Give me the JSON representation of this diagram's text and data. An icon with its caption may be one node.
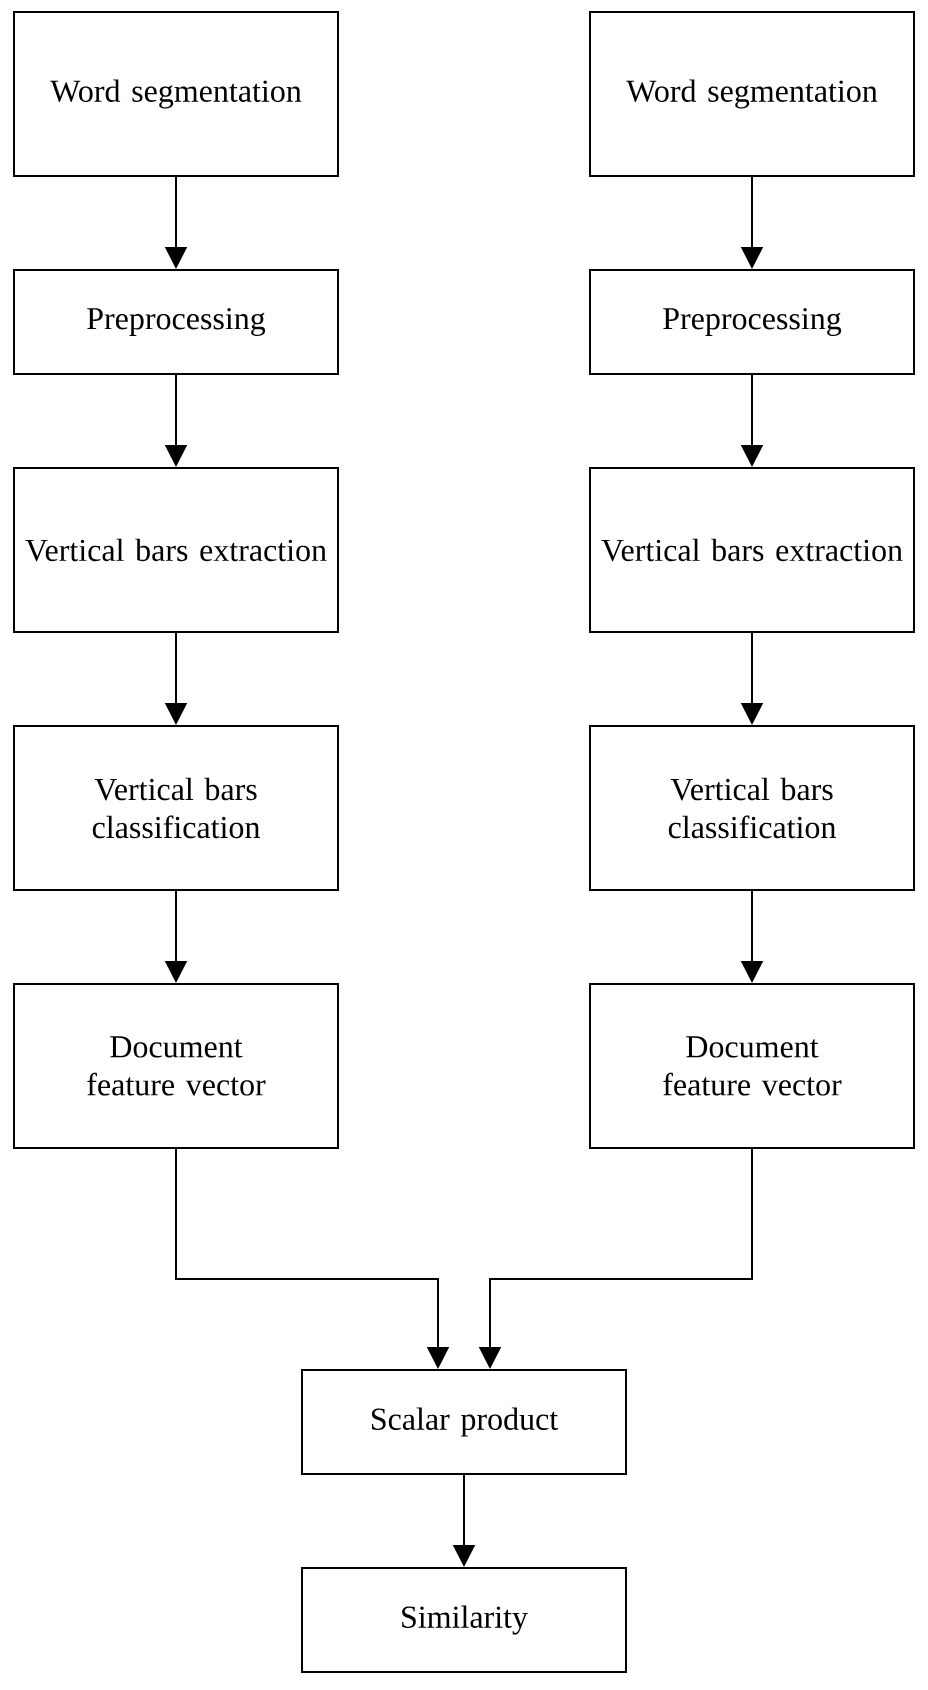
{
  "diagram": {
    "nodes": [
      {
        "text": [
          "Word segmentation"
        ]
      },
      {
        "text": [
          "Preprocessing"
        ]
      },
      {
        "text": [
          "Vertical bars extraction"
        ]
      },
      {
        "text": [
          "Vertical bars classification"
        ]
      },
      {
        "text": [
          "Document feature vector"
        ]
      },
      {
        "text": [
          "Word segmentation"
        ]
      },
      {
        "text": [
          "Preprocessing"
        ]
      },
      {
        "text": [
          "Vertical bars extraction"
        ]
      },
      {
        "text": [
          "Vertical bars classification"
        ]
      },
      {
        "text": [
          "Document feature vector"
        ]
      },
      {
        "text": [
          "Scalar product"
        ]
      },
      {
        "text": [
          "Similarity"
        ]
      }
    ],
    "edges": [
      {
        "from": 0,
        "to": 1,
        "arrow": "to"
      },
      {
        "from": 1,
        "to": 2,
        "arrow": "to"
      },
      {
        "from": 2,
        "to": 3,
        "arrow": "to"
      },
      {
        "from": 3,
        "to": 4,
        "arrow": "to"
      },
      {
        "from": 5,
        "to": 6,
        "arrow": "to"
      },
      {
        "from": 6,
        "to": 7,
        "arrow": "to"
      },
      {
        "from": 7,
        "to": 8,
        "arrow": "to"
      },
      {
        "from": 8,
        "to": 9,
        "arrow": "to"
      },
      {
        "from": 4,
        "to": 10,
        "arrow": "to"
      },
      {
        "from": 9,
        "to": 10,
        "arrow": "to"
      },
      {
        "from": 10,
        "to": 11,
        "arrow": "to"
      }
    ]
  }
}
